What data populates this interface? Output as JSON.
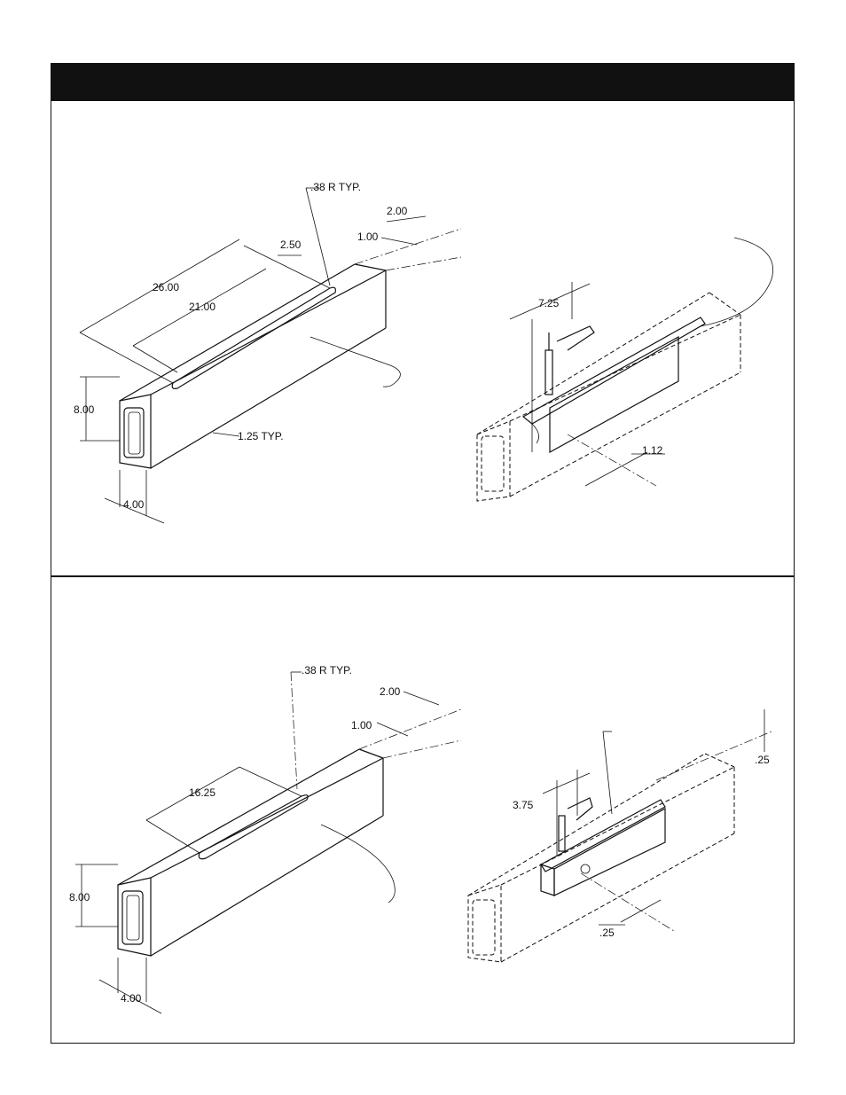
{
  "panels": [
    {
      "id": "top",
      "left_view": {
        "dims": {
          "radius": ".38 R TYP.",
          "width_a": "2.00",
          "width_b": "1.00",
          "offset": "2.50",
          "length_total": "26.00",
          "length_slot": "21.00",
          "height": "8.00",
          "depth": "4.00",
          "edge": "1.25 TYP."
        }
      },
      "right_view": {
        "dims": {
          "vertical": "7.25",
          "lateral": "1.12"
        }
      }
    },
    {
      "id": "bottom",
      "left_view": {
        "dims": {
          "radius": ".38 R TYP.",
          "width_a": "2.00",
          "width_b": "1.00",
          "length_slot": "16.25",
          "height": "8.00",
          "depth": "4.00"
        }
      },
      "right_view": {
        "dims": {
          "vertical": "3.75",
          "top_offset": ".25",
          "lateral": ".25"
        }
      }
    }
  ]
}
